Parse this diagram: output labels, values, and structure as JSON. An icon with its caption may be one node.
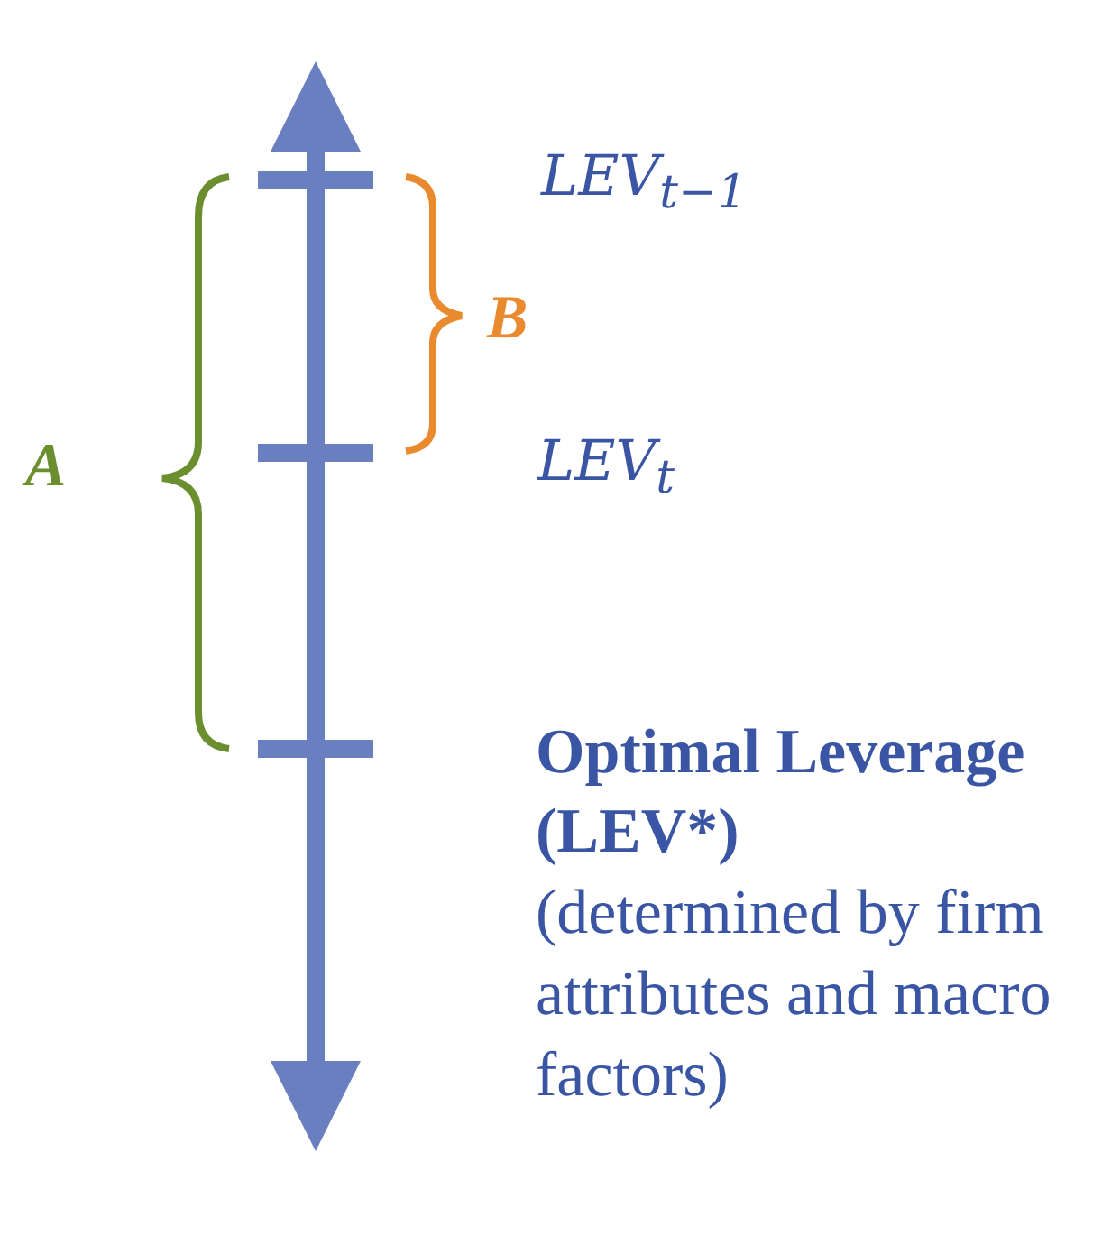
{
  "diagram": {
    "labels": [
      "LEV$_{t−1}$",
      "B",
      "A",
      "LEV$_{t}$",
      "Optimal Leverage (LEV*)",
      "(determined by firm attributes and macro factors)"
    ]
  }
}
